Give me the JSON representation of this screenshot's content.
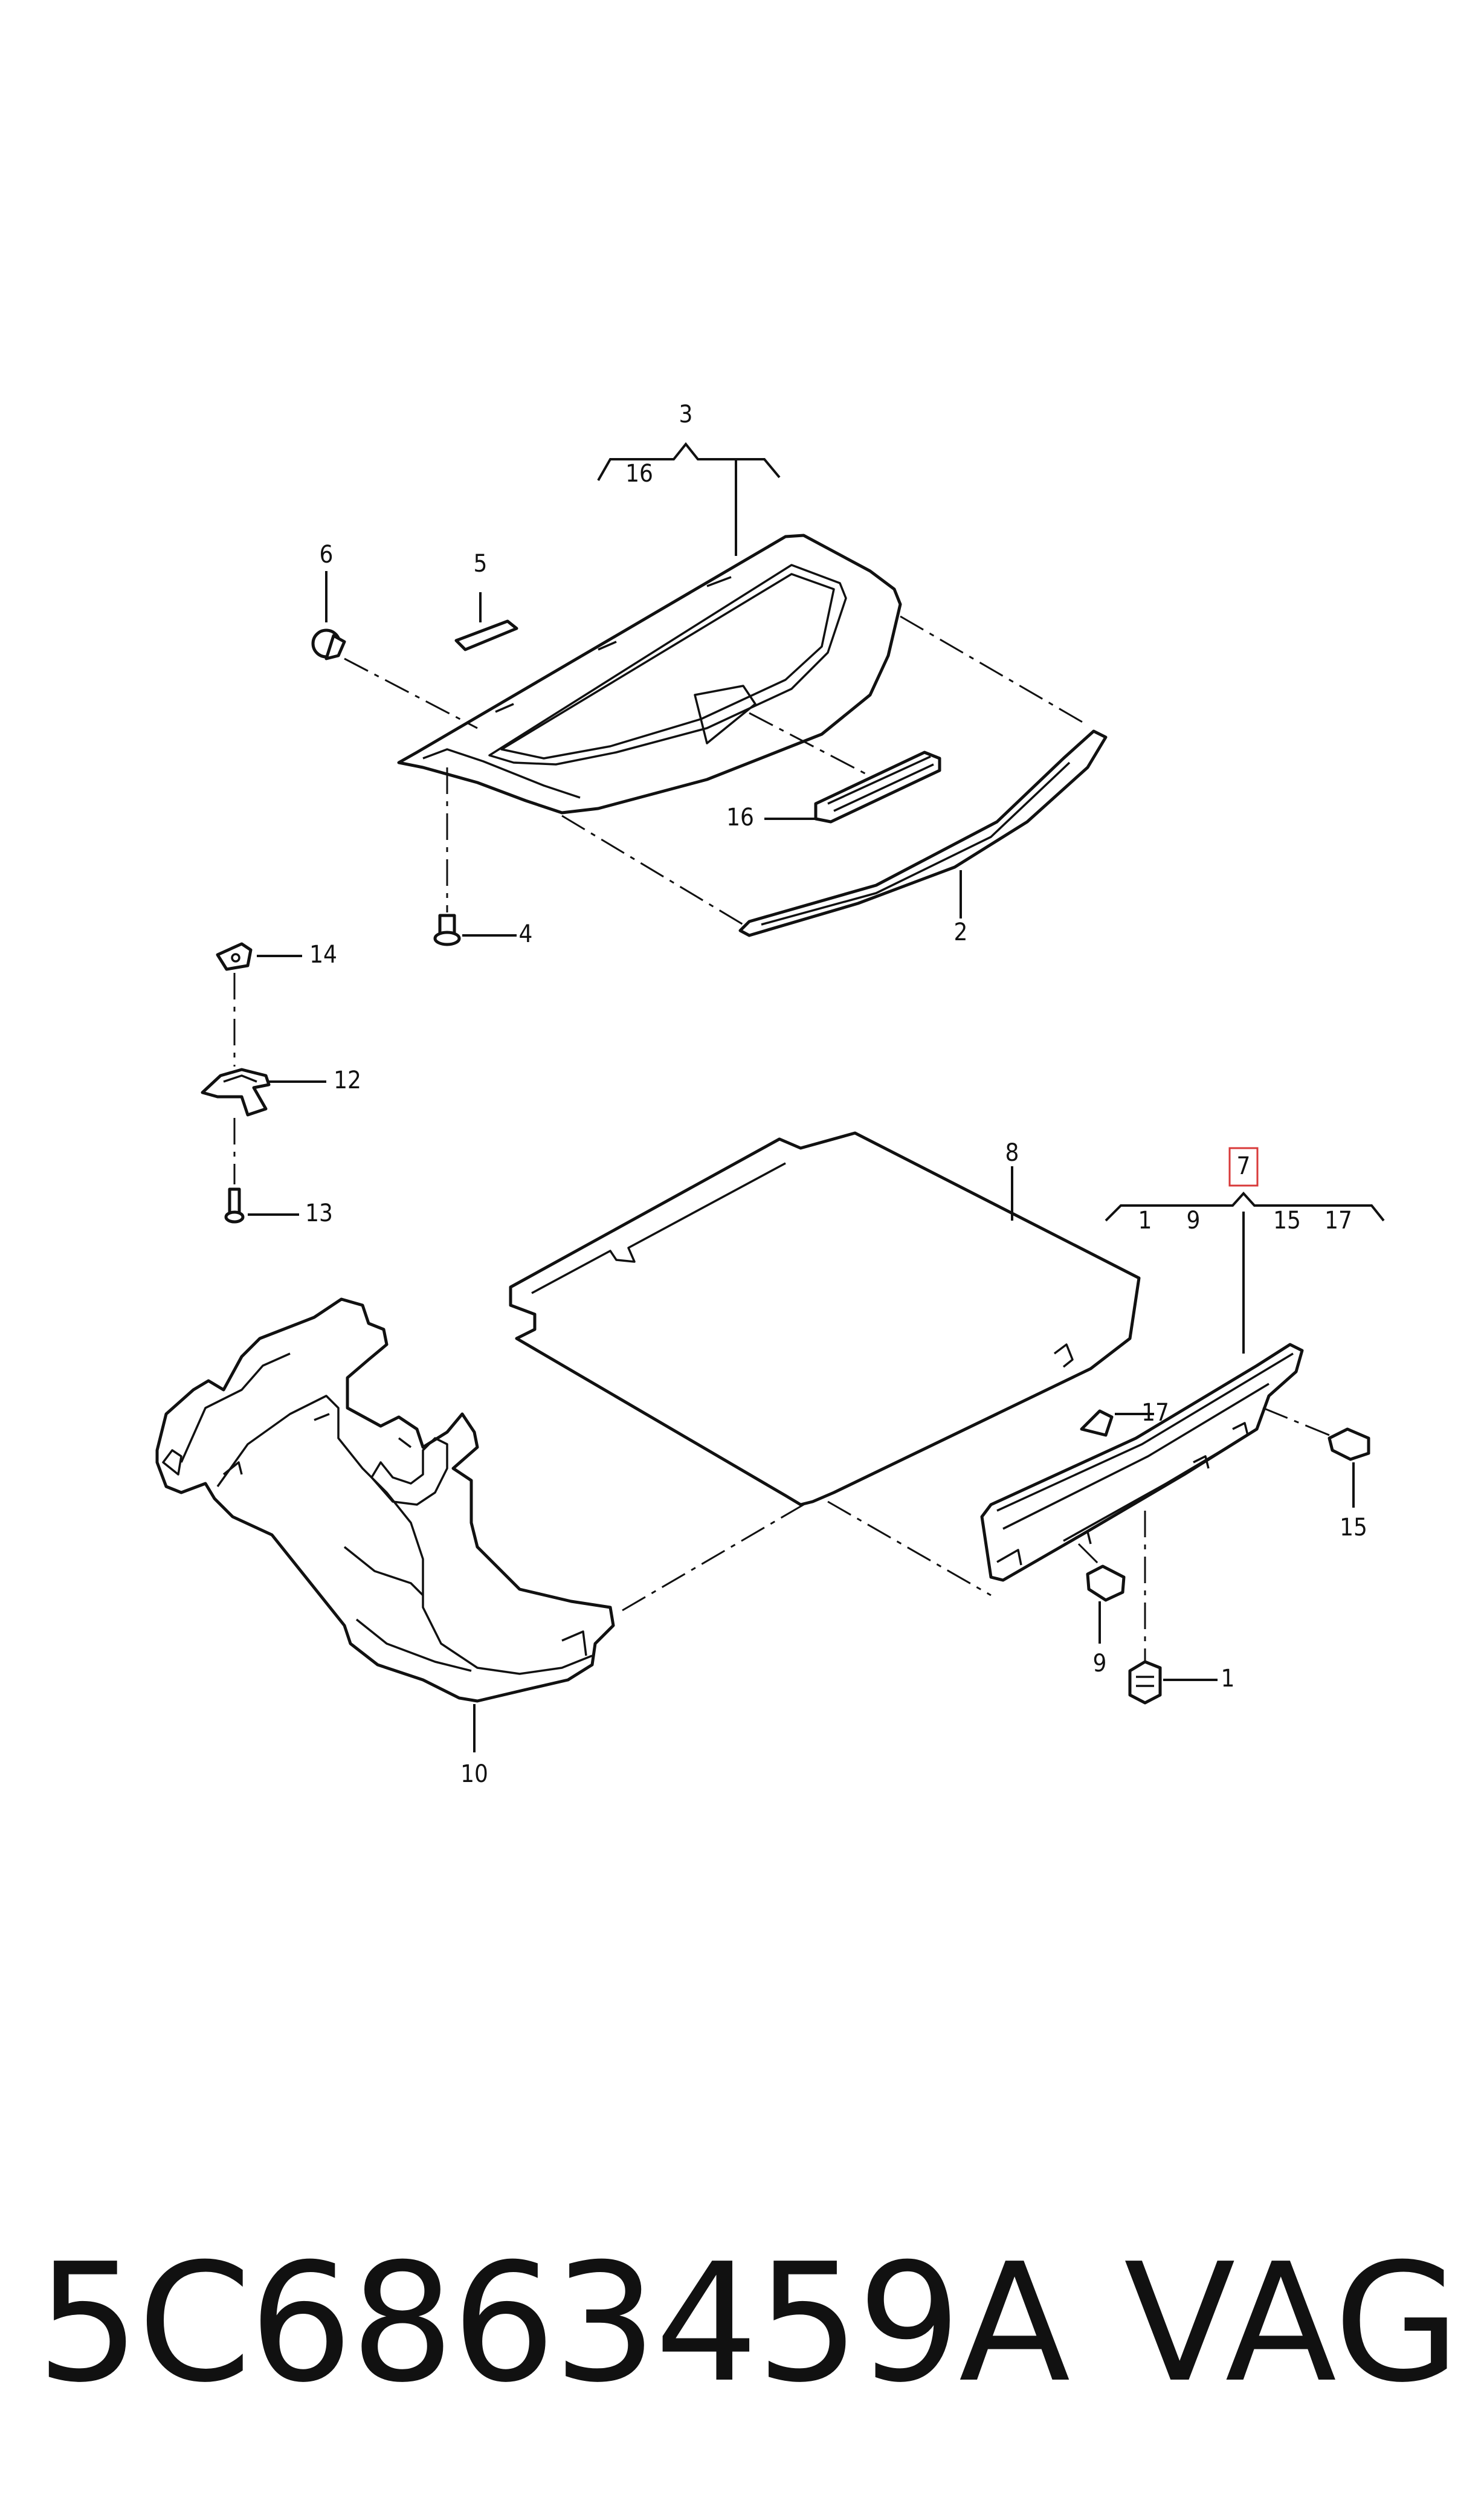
{
  "callouts": {
    "c3": "3",
    "c16a": "16",
    "c5": "5",
    "c6": "6",
    "c16b": "16",
    "c4": "4",
    "c2": "2",
    "c14": "14",
    "c12": "12",
    "c13": "13",
    "c8": "8",
    "c7": "7",
    "c7_1": "1",
    "c7_9": "9",
    "c7_15": "15",
    "c7_17": "17",
    "c17": "17",
    "c15": "15",
    "c9": "9",
    "c1": "1",
    "c10": "10"
  },
  "footer": {
    "part_number": "5C6863459A",
    "brand": "VAG"
  },
  "colors": {
    "line": "#111111",
    "highlight": "#d83a3a",
    "background": "#ffffff"
  }
}
